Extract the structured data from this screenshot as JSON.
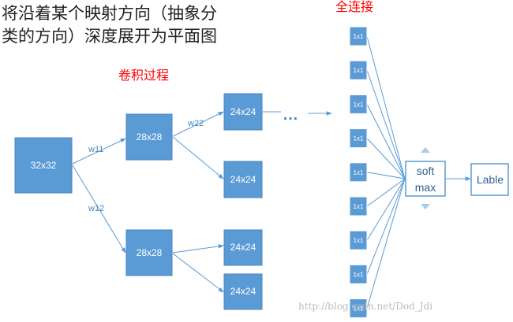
{
  "heading": {
    "line1": "将沿着某个映射方向（抽象分",
    "line2": "类的方向）深度展开为平面图"
  },
  "conv_title": "卷积过程",
  "fc_title": "全连接",
  "input_box": "32x32",
  "layer1": [
    "28x28",
    "28x28"
  ],
  "layer2": [
    "24x24",
    "24x24",
    "24x24",
    "24x24"
  ],
  "weights": {
    "w11": "w11",
    "w12": "w12",
    "w22": "w22"
  },
  "ellipsis": "…",
  "fc_nodes": [
    "1x1",
    "1x1",
    "1x1",
    "1x1",
    "1x1",
    "1x1",
    "1x1",
    "1x1",
    "1x1"
  ],
  "softmax": {
    "line1": "soft",
    "line2": "max"
  },
  "output": "Lable",
  "watermark": "http://blog.csdn.net/Dod_Jdi",
  "colors": {
    "box": "#5b9bd5",
    "accent_red": "#ff0000"
  }
}
